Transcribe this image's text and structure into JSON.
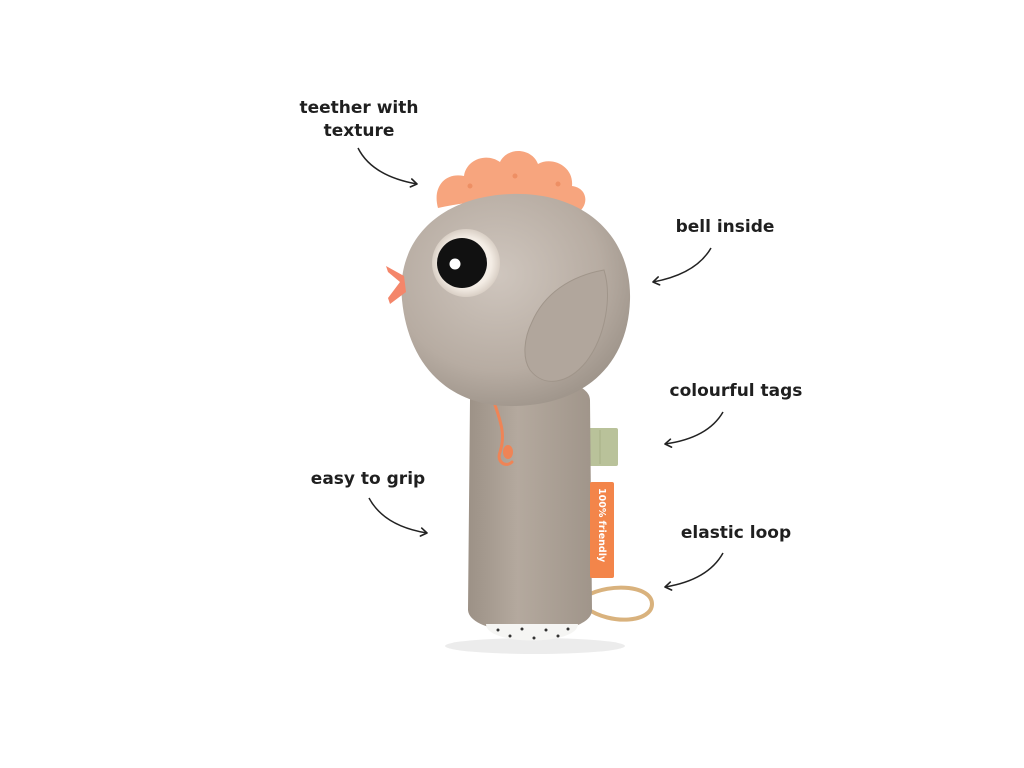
{
  "annotations": {
    "teether_line1": "teether with",
    "teether_line2": "texture",
    "bell": "bell inside",
    "tags": "colourful tags",
    "grip": "easy to grip",
    "loop": "elastic loop"
  },
  "toy": {
    "tag_text": "100% friendly",
    "colors": {
      "plush": "#b8ada4",
      "teether": "#f7a57e",
      "body": "#ada296",
      "orange_tag": "#f3854a",
      "green_tag": "#b9c29a",
      "loop": "#d9b27d"
    }
  }
}
